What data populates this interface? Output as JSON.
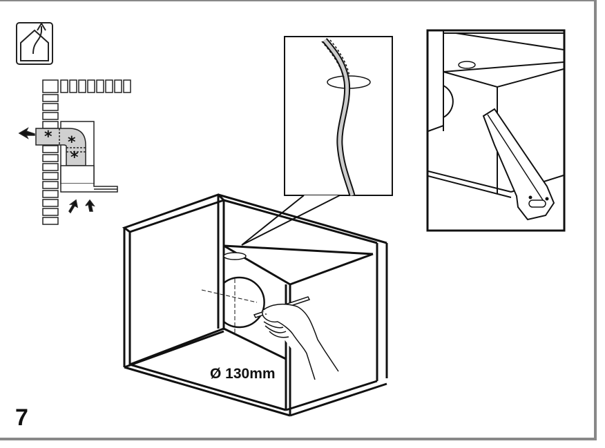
{
  "step": {
    "number": "7"
  },
  "cabinet": {
    "hole_diameter_label": "Ø 130mm"
  },
  "icons": {
    "outdoor_vent": "house-exhaust-icon",
    "ducting_marker": "asterisk-marker"
  },
  "markers": [
    "*",
    "*",
    "*"
  ],
  "colors": {
    "line": "#111111",
    "pipe": "#d0d0d0",
    "frame": "#888888",
    "background": "#ffffff"
  }
}
